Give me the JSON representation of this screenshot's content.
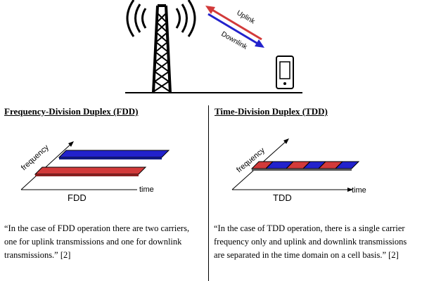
{
  "top": {
    "uplink_label": "Uplink",
    "downlink_label": "Downlink"
  },
  "fdd": {
    "heading": "Frequency-Division Duplex (FDD)",
    "axis_frequency": "frequency",
    "axis_time": "time",
    "diagram_label": "FDD",
    "quote": "“In the case of FDD operation there are two carriers, one for uplink transmissions and one for downlink transmissions.”  [2]"
  },
  "tdd": {
    "heading": "Time-Division Duplex (TDD)",
    "axis_frequency": "frequency",
    "axis_time": "time",
    "diagram_label": "TDD",
    "quote": "“In the case of TDD operation, there is a single carrier frequency only and uplink and downlink transmissions are separated in the time domain on a cell basis.”  [2]"
  },
  "colors": {
    "uplink": "#d23a3a",
    "downlink": "#2222cc"
  }
}
